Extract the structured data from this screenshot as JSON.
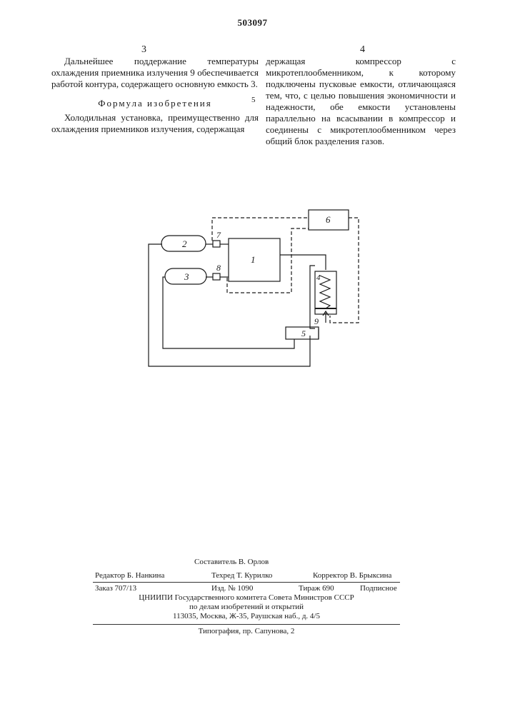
{
  "header": {
    "patent_number": "503097"
  },
  "columns": {
    "left": {
      "number": "3"
    },
    "right": {
      "number": "4"
    }
  },
  "text": {
    "left_paragraph": "Дальнейшее поддержание температуры охлаждения приемника излучения 9 обеспечивается работой контура, содержащего основную емкость 3.",
    "claim_heading": "Формула изобретения",
    "claim_start": "Холодильная установка, преимущественно для охлаждения приемников излучения, содержащая",
    "claim_continued": "держащая компрессор с микротеплообменником, к которому подключены пусковые емкости, отличающаяся тем, что, с целью повышения экономичности и надежности, обе емкости установлены параллельно на всасывании в компрессор и соединены с микротеплообменником через общий блок разделения газов.",
    "line_number": "5"
  },
  "diagram": {
    "labels": {
      "compressor": "1",
      "tank_a": "2",
      "tank_b": "3",
      "heat_exchanger": "4",
      "separator": "5",
      "block_6": "6",
      "valve_7": "7",
      "valve_8": "8",
      "receiver": "9"
    }
  },
  "imprint": {
    "compiler": "Составитель В. Орлов",
    "editor": "Редактор Б. Нанкина",
    "techred": "Техред Т. Курилко",
    "corrector": "Корректор В. Брыксина",
    "order": "Заказ 707/13",
    "edition": "Изд. № 1090",
    "circulation": "Тираж 690",
    "subscription": "Подписное",
    "org_line1": "ЦНИИПИ Государственного комитета Совета Министров СССР",
    "org_line2": "по делам изобретений и открытий",
    "org_address": "113035, Москва, Ж-35, Раушская наб., д. 4/5",
    "printer": "Типография, пр. Сапунова, 2"
  }
}
